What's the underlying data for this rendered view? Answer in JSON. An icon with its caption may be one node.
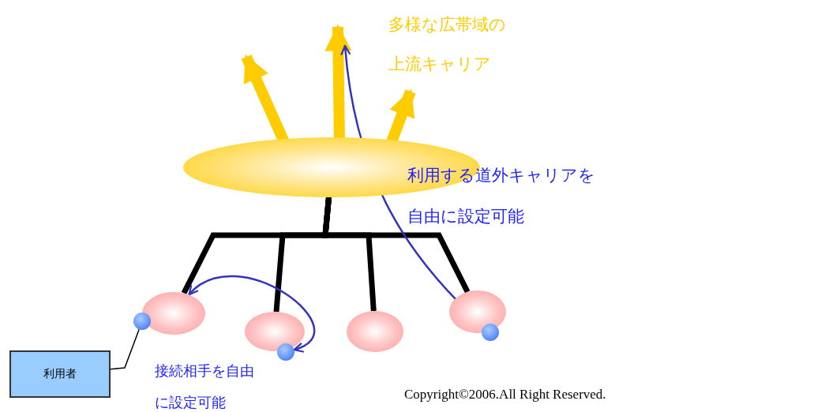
{
  "diagram": {
    "nodes": [
      {
        "text": [],
        "shape": "ellipse"
      },
      {
        "text": [],
        "shape": "ellipse"
      },
      {
        "text": [],
        "shape": "ellipse"
      },
      {
        "text": [],
        "shape": "ellipse"
      },
      {
        "text": [],
        "shape": "ellipse"
      },
      {
        "text": [],
        "shape": "circle"
      },
      {
        "text": [],
        "shape": "circle"
      },
      {
        "text": [],
        "shape": "circle"
      },
      {
        "text": [
          "利用者"
        ]
      }
    ],
    "edges": [
      {
        "from": 0,
        "to": 1,
        "arrow": "none"
      },
      {
        "from": 0,
        "to": 2,
        "arrow": "none"
      },
      {
        "from": 0,
        "to": 3,
        "arrow": "none"
      },
      {
        "from": 0,
        "to": 4,
        "arrow": "none"
      },
      {
        "from": 0,
        "to": null,
        "arrow": "to",
        "style": "thick",
        "color": "#ffcc00"
      },
      {
        "from": 0,
        "to": null,
        "arrow": "to",
        "style": "thick",
        "color": "#ffcc00"
      },
      {
        "from": 0,
        "to": null,
        "arrow": "to",
        "style": "thick",
        "color": "#ffcc00"
      },
      {
        "from": 7,
        "to": null,
        "arrow": "to",
        "color": "#3333bb"
      },
      {
        "from": 1,
        "to": 6,
        "arrow": "both",
        "color": "#3333bb"
      },
      {
        "from": 8,
        "to": 5,
        "arrow": "none"
      }
    ],
    "labels": [
      "多様な広帯域の上流キャリア",
      "利用する道外キャリアを自由に設定可能",
      "接続相手を自由に設定可能",
      "Copyright©2006.All Right Reserved."
    ]
  }
}
